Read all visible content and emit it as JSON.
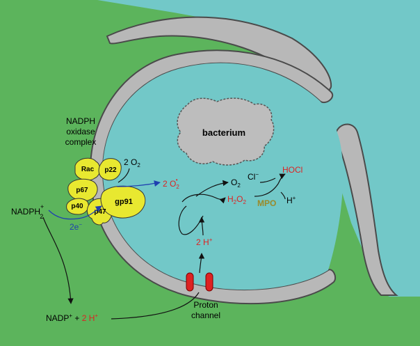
{
  "colors": {
    "cytoplasm": "#5cb45c",
    "extracellular": "#72c8c8",
    "membrane_fill": "#b8b8b8",
    "membrane_stroke": "#4a4a4a",
    "protein_fill": "#e8e830",
    "channel_fill": "#dd2222",
    "electron_arrow": "#1f3fb0",
    "red_text": "#dd2222",
    "mpo_text": "#9a8a2a",
    "black_text": "#111111",
    "bacterium_fill": "#bdbdbd"
  },
  "labels": {
    "bacterium": "bacterium",
    "complex": [
      "NADPH",
      "oxidase",
      "complex"
    ],
    "o2_in": "2 O",
    "o2_in_sub": "2",
    "superoxide": "2 O",
    "superoxide_sub": "2",
    "superoxide_sup": "•",
    "superoxide_minus": "−",
    "o2_out": "O",
    "o2_out_sub": "2",
    "h2o2": "H",
    "h2o2_sub1": "2",
    "h2o2_mid": "O",
    "h2o2_sub2": "2",
    "chloride": "Cl",
    "chloride_sup": "−",
    "hocl": "HOCl",
    "mpo": "MPO",
    "h_plus": "H",
    "h_plus_sup": "+",
    "two_h_inside": "2 H",
    "two_h_inside_sup": "+",
    "nadph": "NADPH",
    "nadph_sup": "+",
    "nadph_sub": "2",
    "electrons": "2e",
    "electrons_sup": "−",
    "nadp": "NADP",
    "nadp_sup": "+",
    "plus": " + ",
    "two_h_bottom": "2 H",
    "two_h_bottom_sup": "+",
    "proton_channel": [
      "Proton",
      "channel"
    ]
  },
  "proteins": {
    "rac": "Rac",
    "p22": "p22",
    "p67": "p67",
    "p40": "p40",
    "p47": "p47",
    "gp91": "gp91"
  }
}
